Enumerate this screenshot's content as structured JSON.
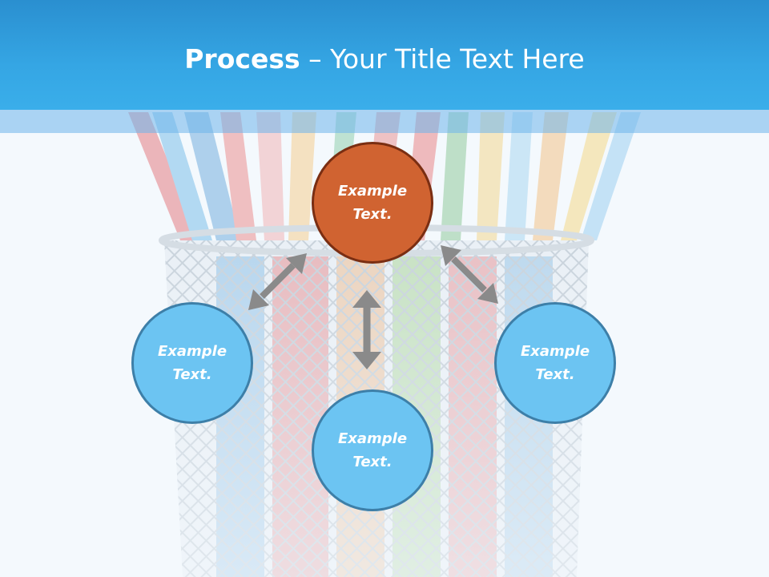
{
  "title": {
    "bold": "Process",
    "rest": " – Your Title Text Here"
  },
  "colors": {
    "header": "#35a6e4",
    "circle_blue": "#6cc4f2",
    "circle_orange": "#d06331",
    "arrow": "#8a8a8a"
  },
  "nodes": {
    "top": {
      "line1": "Example",
      "line2": "Text."
    },
    "left": {
      "line1": "Example",
      "line2": "Text."
    },
    "right": {
      "line1": "Example",
      "line2": "Text."
    },
    "bottom": {
      "line1": "Example",
      "line2": "Text."
    }
  }
}
